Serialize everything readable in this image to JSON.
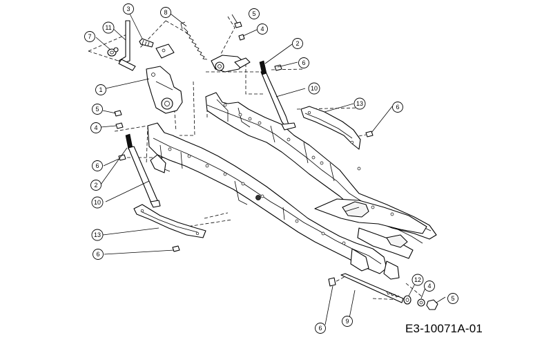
{
  "diagram_id": "E3-10071A-01",
  "callouts": [
    {
      "label": "1"
    },
    {
      "label": "2"
    },
    {
      "label": "2"
    },
    {
      "label": "3"
    },
    {
      "label": "4"
    },
    {
      "label": "4"
    },
    {
      "label": "4"
    },
    {
      "label": "5"
    },
    {
      "label": "5"
    },
    {
      "label": "5"
    },
    {
      "label": "6"
    },
    {
      "label": "6"
    },
    {
      "label": "6"
    },
    {
      "label": "6"
    },
    {
      "label": "6"
    },
    {
      "label": "7"
    },
    {
      "label": "8"
    },
    {
      "label": "9"
    },
    {
      "label": "10"
    },
    {
      "label": "10"
    },
    {
      "label": "11"
    },
    {
      "label": "12"
    },
    {
      "label": "13"
    },
    {
      "label": "13"
    }
  ]
}
